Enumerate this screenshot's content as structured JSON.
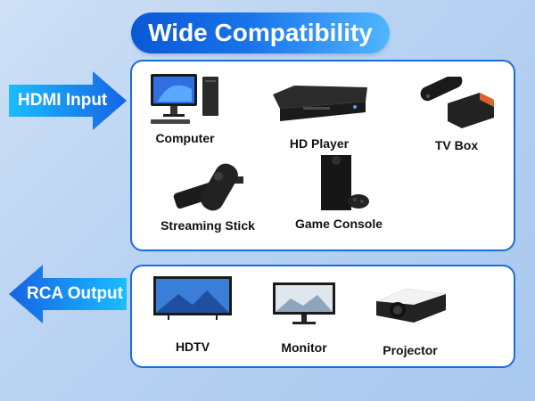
{
  "title": "Wide Compatibility",
  "hdmi_input": {
    "label": "HDMI Input",
    "devices": [
      {
        "label": "Computer",
        "icon": "computer-icon"
      },
      {
        "label": "HD Player",
        "icon": "hd-player-icon"
      },
      {
        "label": "TV Box",
        "icon": "tv-box-icon"
      },
      {
        "label": "Streaming Stick",
        "icon": "streaming-stick-icon"
      },
      {
        "label": "Game Console",
        "icon": "game-console-icon"
      }
    ]
  },
  "rca_output": {
    "label": "RCA Output",
    "devices": [
      {
        "label": "HDTV",
        "icon": "hdtv-icon"
      },
      {
        "label": "Monitor",
        "icon": "monitor-icon"
      },
      {
        "label": "Projector",
        "icon": "projector-icon"
      }
    ]
  },
  "colors": {
    "accent": "#1a6be0",
    "background": "#b8d2f2",
    "panel": "#ffffff"
  }
}
